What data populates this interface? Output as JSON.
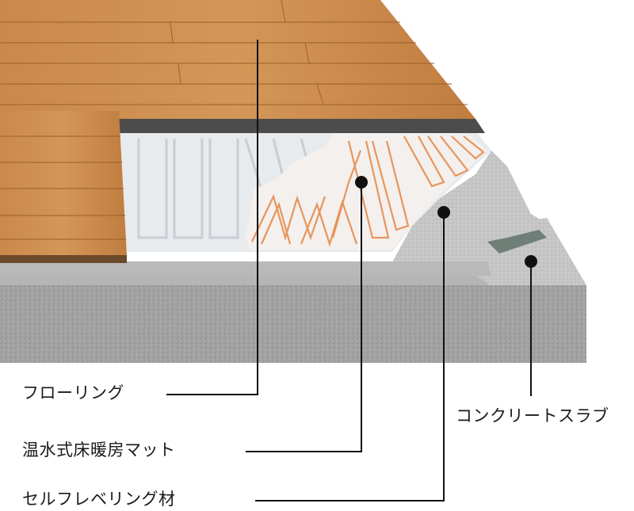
{
  "labels": {
    "flooring": "フローリング",
    "heating_mat": "温水式床暖房マット",
    "leveling": "セルフレベリング材",
    "slab": "コンクリートスラブ"
  },
  "colors": {
    "wood": "#c8874a",
    "wood_dark": "#9a5f2c",
    "mat": "#e9edf0",
    "pipe": "#e8955c",
    "concrete": "#9a9a9a",
    "leader": "#111111"
  }
}
